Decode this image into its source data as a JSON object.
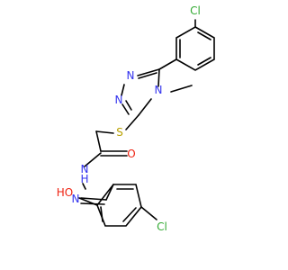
{
  "molecule": {
    "atoms": {
      "cl_top": "Cl",
      "n_triazole_1": "N",
      "n_triazole_2": "N",
      "n_triazole_methyl": "N",
      "s_thioether": "S",
      "o_carbonyl": "O",
      "nh_hydrazide": "N",
      "h_hydrazide": "H",
      "n_imine": "N",
      "oh_phenol": "HO",
      "cl_bottom": "Cl"
    },
    "colors": {
      "chlorine": "#33aa33",
      "nitrogen": "#3333ee",
      "oxygen": "#ee2211",
      "sulfur": "#b8a000",
      "bond": "#000000"
    }
  }
}
